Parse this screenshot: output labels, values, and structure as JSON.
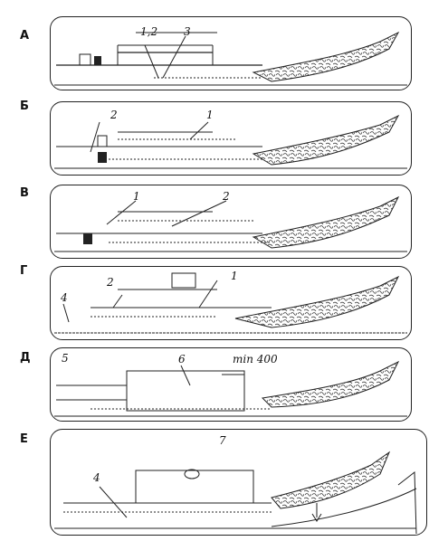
{
  "panels": [
    {
      "letter": "А",
      "labels": [
        "1,2",
        "3"
      ]
    },
    {
      "letter": "Б",
      "labels": [
        "2",
        "1"
      ]
    },
    {
      "letter": "В",
      "labels": [
        "1",
        "2"
      ]
    },
    {
      "letter": "Г",
      "labels": [
        "4",
        "2",
        "1"
      ]
    },
    {
      "letter": "Д",
      "labels": [
        "5",
        "6",
        "min 400"
      ]
    },
    {
      "letter": "Е",
      "labels": [
        "7",
        "4"
      ]
    }
  ],
  "colors": {
    "ink": "#222222",
    "hatch": "#555555"
  }
}
